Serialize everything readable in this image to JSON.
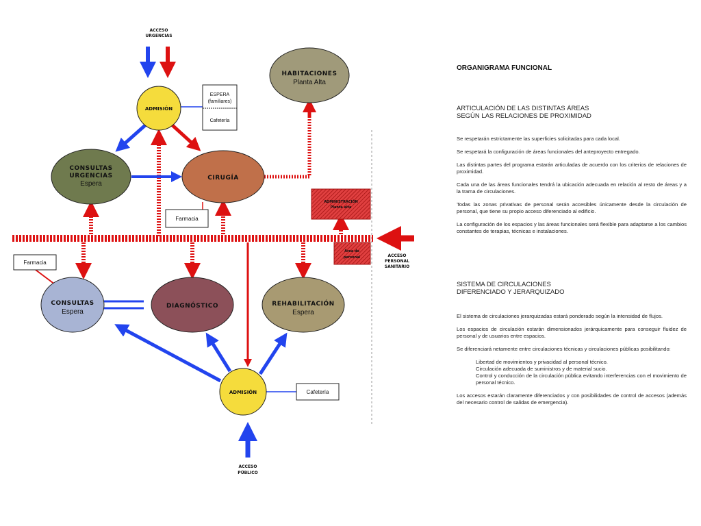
{
  "diagram": {
    "access_urgencias": [
      "ACCESO",
      "URGENCIAS"
    ],
    "admision_top": "ADMISIÓN",
    "espera_box": [
      "ESPERA",
      "(familiares)"
    ],
    "cafeteria_top": "Cafetería",
    "habitaciones": [
      "HABITACIONES",
      "Planta Alta"
    ],
    "consultas_urgencias": [
      "CONSULTAS",
      "URGENCIAS",
      "Espera"
    ],
    "cirugia": "CIRUGÍA",
    "farmacia_center": "Farmacia",
    "administracion": [
      "ADMINISTRACIÓN",
      "Planta alta"
    ],
    "area_personal": [
      "Área de",
      "personal"
    ],
    "acceso_personal": [
      "ACCESO",
      "PERSONAL",
      "SANITARIO"
    ],
    "farmacia_left": "Farmacia",
    "consultas": [
      "CONSULTAS",
      "Espera"
    ],
    "diagnostico": "DIAGNÓSTICO",
    "rehabilitacion": [
      "REHABILITACIÓN",
      "Espera"
    ],
    "admision_bottom": "ADMISIÓN",
    "cafeteria_bottom": "Cafetería",
    "acceso_publico": [
      "ACCESO",
      "PÚBLICO"
    ],
    "colors": {
      "staff": "#dd1111",
      "public": "#2244ee",
      "admision": "#f5dc3c"
    }
  },
  "text": {
    "title": "ORGANIGRAMA FUNCIONAL",
    "section1_title": [
      "ARTICULACIÓN DE LAS DISTINTAS ÁREAS",
      "SEGÚN LAS RELACIONES DE PROXIMIDAD"
    ],
    "section1_paragraphs": [
      "Se respetarán estrictamente las superficies solicitadas para cada local.",
      "Se respetará la configuración de áreas funcionales del anteproyecto entregado.",
      "Las distintas partes del programa estarán articuladas de acuerdo con los criterios de relaciones de proximidad.",
      "Cada una de las áreas funcionales tendrá la ubicación adecuada en relación al resto de áreas y a la trama de circulaciones.",
      "Todas las zonas privativas de personal serán accesibles únicamente desde la circulación de personal, que tiene su propio acceso diferenciado al edificio.",
      "La configuración de los espacios y las áreas funcionales será flexible para adaptarse a los cambios constantes de terapias, técnicas e instalaciones."
    ],
    "section2_title": [
      "SISTEMA DE CIRCULACIONES",
      "DIFERENCIADO Y JERARQUIZADO"
    ],
    "section2_paragraphs": [
      "El sistema de circulaciones jerarquizadas estará ponderado según la intensidad de flujos.",
      "Los espacios de circulación estarán dimensionados jerárquicamente para conseguir fluidez de personal y de usuarios entre espacios.",
      "Se diferenciará netamente entre circulaciones técnicas y circulaciones públicas posibilitando:"
    ],
    "section2_list": [
      "Libertad de movimientos y privacidad al personal técnico.",
      "Circulación adecuada de suministros y de material sucio.",
      "Control y conducción de la circulación pública evitando interferencias con el movimiento de personal técnico."
    ],
    "section2_final": "Los accesos estarán claramente diferenciados y con posibilidades de control de accesos (además del necesario control de salidas de emergencia)."
  }
}
